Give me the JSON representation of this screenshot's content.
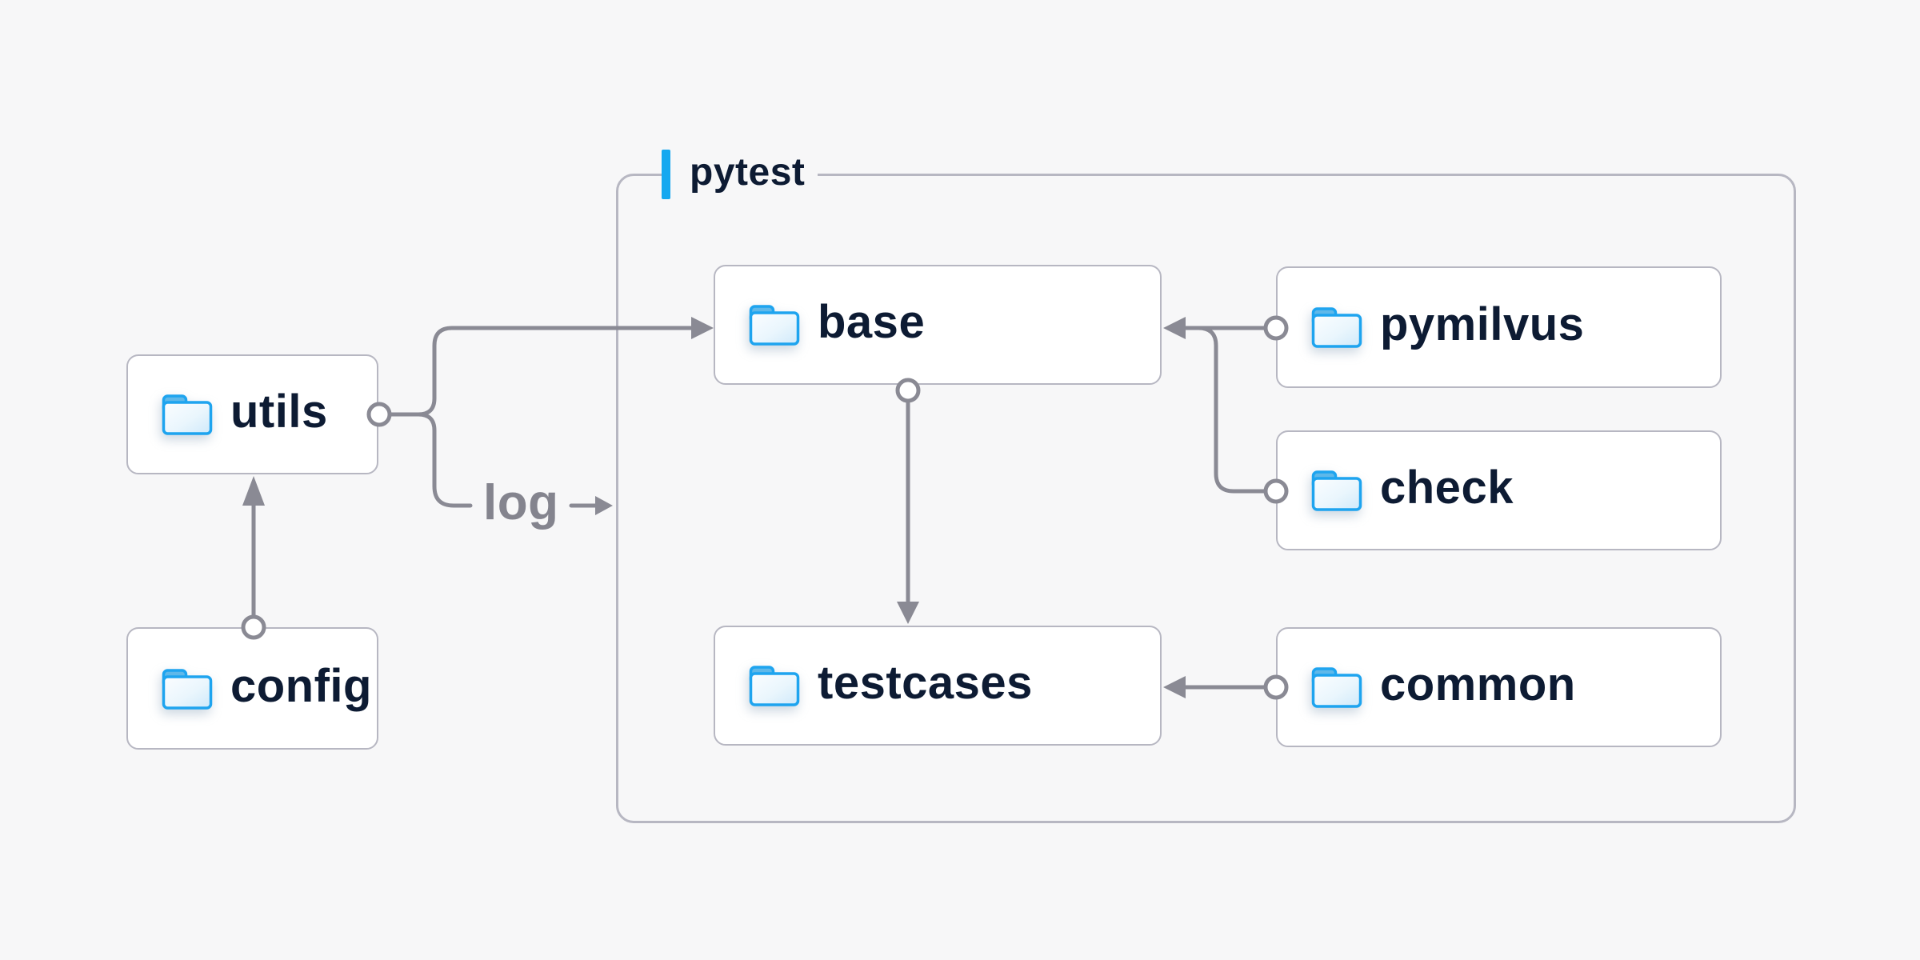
{
  "canvas": {
    "background": "#f7f7f8"
  },
  "group": {
    "label": "pytest",
    "accent_bar_color": "#16a8f0"
  },
  "nodes": {
    "utils": {
      "label": "utils",
      "icon": "folder"
    },
    "config": {
      "label": "config",
      "icon": "folder"
    },
    "base": {
      "label": "base",
      "icon": "folder"
    },
    "pymilvus": {
      "label": "pymilvus",
      "icon": "folder"
    },
    "check": {
      "label": "check",
      "icon": "folder"
    },
    "testcases": {
      "label": "testcases",
      "icon": "folder"
    },
    "common": {
      "label": "common",
      "icon": "folder"
    }
  },
  "edges": [
    {
      "from": "config",
      "to": "utils"
    },
    {
      "from": "utils",
      "to": "base"
    },
    {
      "from": "utils",
      "to": "pytest-group",
      "label": "log"
    },
    {
      "from": "pymilvus",
      "to": "base"
    },
    {
      "from": "check",
      "to": "base"
    },
    {
      "from": "base",
      "to": "testcases"
    },
    {
      "from": "common",
      "to": "testcases"
    }
  ],
  "colors": {
    "connector": "#8a8a94",
    "node_border": "#b7b7c2",
    "node_fill": "#ffffff",
    "label_text": "#0d1b33",
    "edge_label_text": "#84848e",
    "folder_outline": "#1ea4ef",
    "folder_tab": "#5fb8e9",
    "accent": "#16a8f0"
  }
}
